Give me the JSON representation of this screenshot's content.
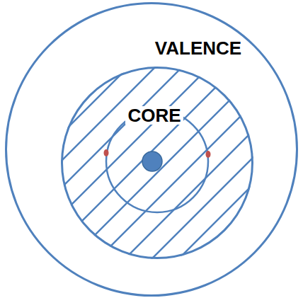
{
  "diagram": {
    "nodes": [
      {
        "text": [
          "VALENCE"
        ]
      },
      {
        "text": [
          "CORE"
        ],
        "in": 0
      }
    ]
  }
}
